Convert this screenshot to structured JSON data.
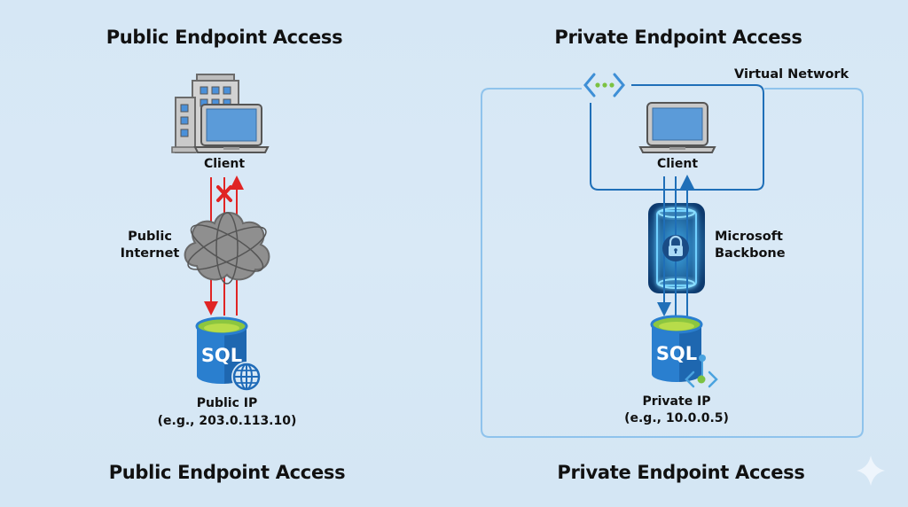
{
  "public_panel": {
    "title": "Public Endpoint Access",
    "footer_title": "Public Endpoint Access",
    "client_label": "Client",
    "internet_label_line1": "Public",
    "internet_label_line2": "Internet",
    "db_label": "SQL",
    "ip_label": "Public IP",
    "ip_example": "(e.g., 203.0.113.10)",
    "connection_color": "#e02424",
    "blocked": true
  },
  "private_panel": {
    "title": "Private Endpoint Access",
    "footer_title": "Private Endpoint Access",
    "vnet_label": "Virtual Network",
    "client_label": "Client",
    "backbone_label_line1": "Microsoft",
    "backbone_label_line2": "Backbone",
    "db_label": "SQL",
    "ip_label": "Private IP",
    "ip_example": "(e.g., 10.0.0.5)",
    "connection_color": "#1f6fb8"
  },
  "colors": {
    "background": "#d7e8f5",
    "sql_blue": "#1f6bb8",
    "sql_top": "#8cc63f",
    "vnet_border": "#8fc3ec",
    "subnet_border": "#1f6fb8"
  },
  "icons": [
    "building-icon",
    "laptop-icon",
    "cloud-icon",
    "blocked-x-icon",
    "sql-database-icon",
    "globe-icon",
    "vnet-icon",
    "lock-icon",
    "private-endpoint-icon",
    "sparkle-icon"
  ]
}
